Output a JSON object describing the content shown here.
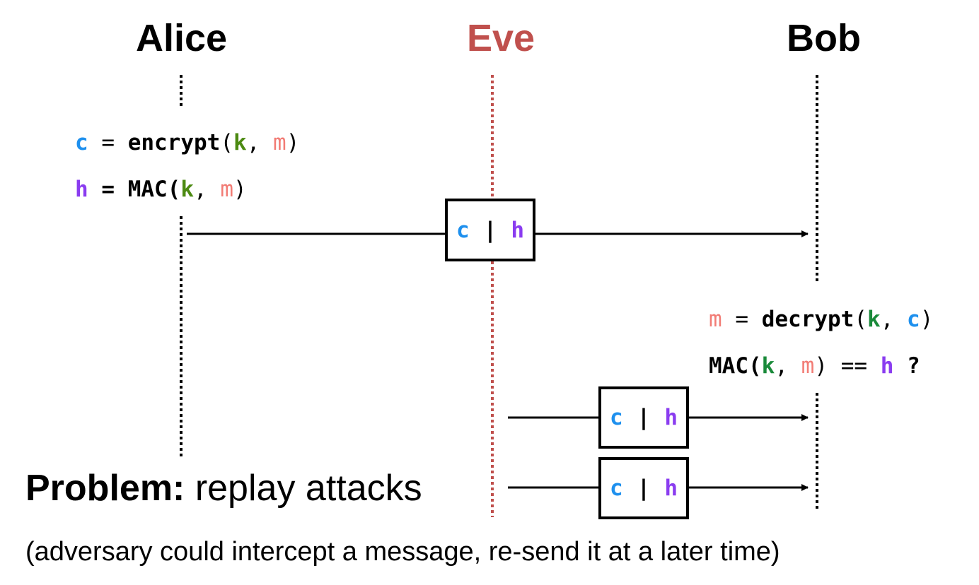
{
  "actors": {
    "alice": "Alice",
    "eve": "Eve",
    "bob": "Bob"
  },
  "colors": {
    "eve": "#c0504d",
    "ciphertext": "#1e90ee",
    "key": "#4c8a12",
    "message": "#f27c75",
    "mac": "#8a3cf0"
  },
  "alice_equations": {
    "line1": {
      "c": "c",
      "eq": "=",
      "fn": "encrypt",
      "open": "(",
      "k": "k",
      "comma": ",",
      "m": "m",
      "close": ")"
    },
    "line2": {
      "h": "h",
      "eq": "=",
      "fn": "MAC(",
      "k": "k",
      "comma": ",",
      "m": "m",
      "close": ")"
    }
  },
  "bob_equations": {
    "line1": {
      "m": "m",
      "eq": "=",
      "fn": "decrypt",
      "open": "(",
      "k": "k",
      "comma": ",",
      "c": "c",
      "close": ")"
    },
    "line2": {
      "fn": "MAC(",
      "k": "k",
      "comma": ",",
      "m": "m",
      "close": ")",
      "cmp": "==",
      "h": "h",
      "q": "?"
    }
  },
  "messages": [
    {
      "c": "c",
      "sep": "|",
      "h": "h"
    },
    {
      "c": "c",
      "sep": "|",
      "h": "h"
    },
    {
      "c": "c",
      "sep": "|",
      "h": "h"
    }
  ],
  "problem": {
    "label": "Problem:",
    "text": " replay attacks"
  },
  "note": "(adversary could intercept a message, re-send it at a later time)"
}
